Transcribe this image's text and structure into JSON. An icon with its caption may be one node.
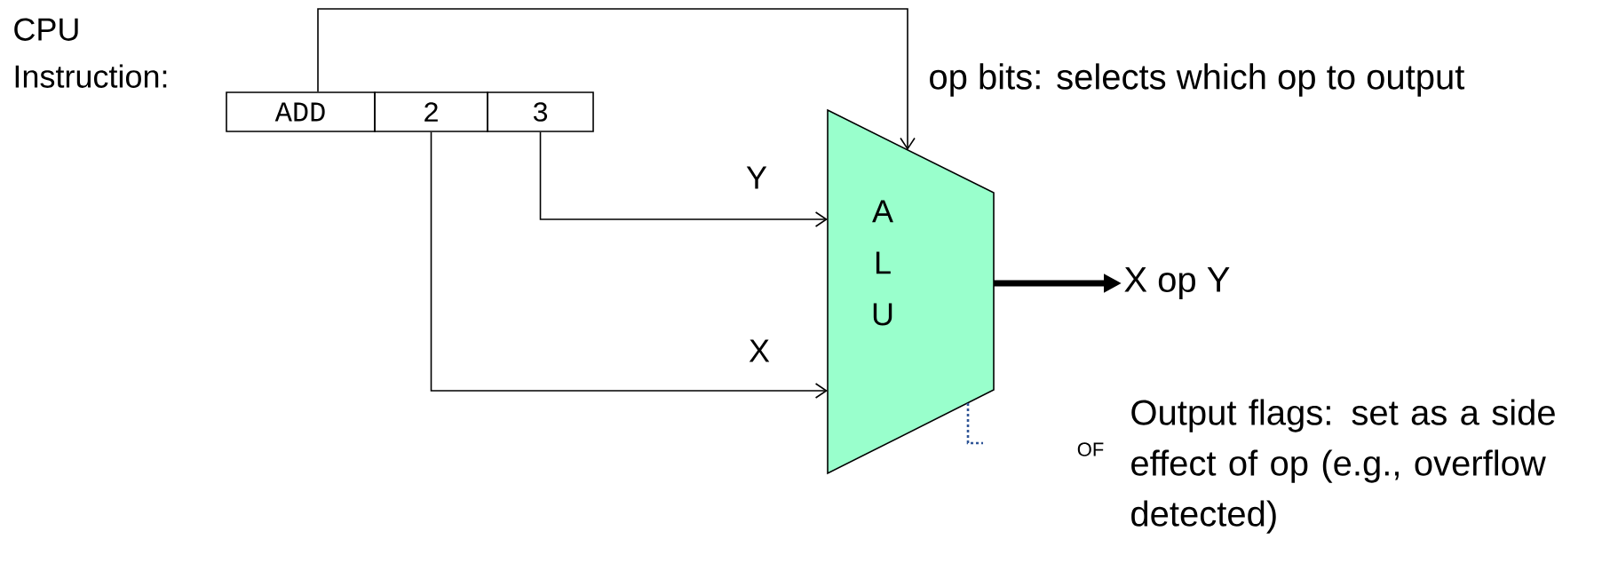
{
  "diagram": {
    "nodes": [
      {
        "text": [
          "ADD"
        ]
      },
      {
        "text": [
          "2"
        ]
      },
      {
        "text": [
          "3"
        ]
      },
      {
        "text": [
          "A L U"
        ]
      },
      {
        "text": [
          "X op Y"
        ]
      }
    ],
    "edges": [
      {
        "from": 0,
        "to": 3,
        "arrow": "to"
      },
      {
        "from": 2,
        "to": 3,
        "arrow": "to",
        "label": "Y"
      },
      {
        "from": 1,
        "to": 3,
        "arrow": "to",
        "label": "X"
      },
      {
        "from": 3,
        "to": 4,
        "arrow": "to",
        "style": "thick"
      },
      {
        "from": 3,
        "to": null,
        "arrow": "none",
        "style": "dashed",
        "color": "#2f5597"
      }
    ],
    "labels": [
      "CPU Instruction:",
      "op bits: selects which op to output",
      "OF",
      "Output flags: set as a side effect of op (e.g., overflow detected)"
    ]
  }
}
